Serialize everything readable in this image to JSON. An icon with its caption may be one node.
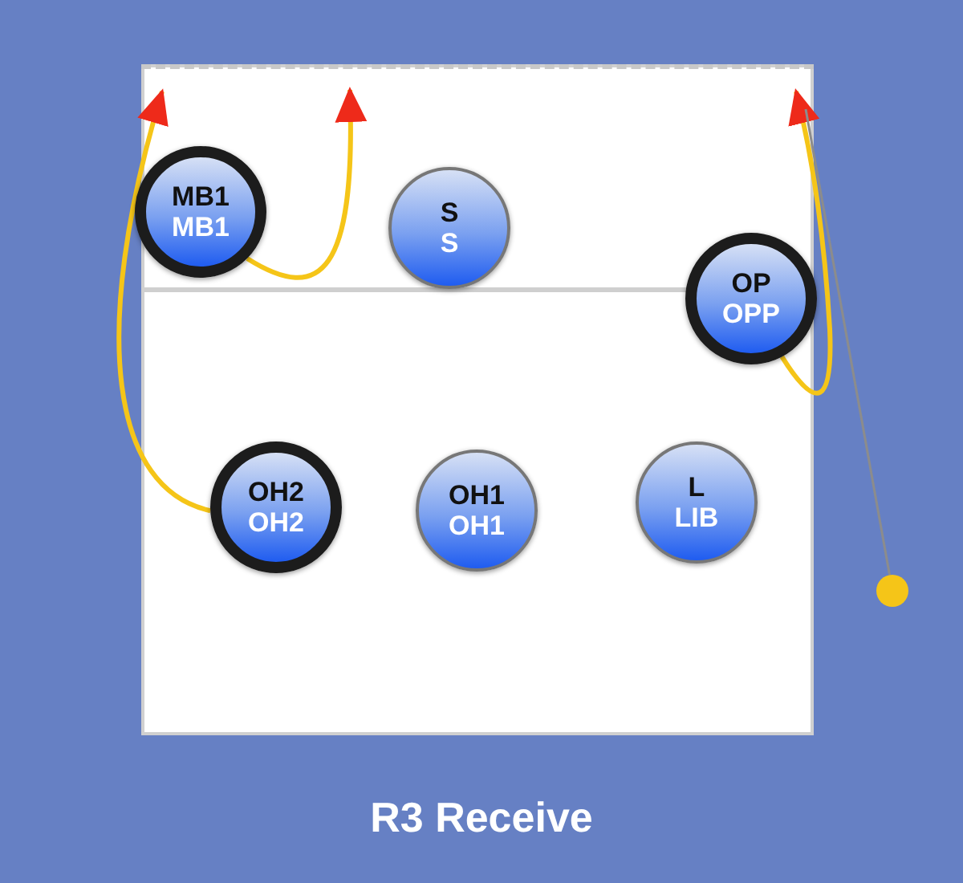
{
  "diagram": {
    "caption": "R3 Receive",
    "nodes": [
      {
        "text": [
          "MB1",
          "MB1"
        ]
      },
      {
        "text": [
          "S",
          "S"
        ]
      },
      {
        "text": [
          "OP",
          "OPP"
        ]
      },
      {
        "text": [
          "OH2",
          "OH2"
        ]
      },
      {
        "text": [
          "OH1",
          "OH1"
        ]
      },
      {
        "text": [
          "L",
          "LIB"
        ]
      },
      {
        "text": [],
        "shape": "circle"
      }
    ],
    "edges": [
      {
        "from": 3,
        "to": null,
        "arrow": "to"
      },
      {
        "from": 0,
        "to": null,
        "arrow": "to"
      },
      {
        "from": 2,
        "to": null,
        "arrow": "to"
      },
      {
        "from": 6,
        "to": null,
        "arrow": "none",
        "color": "#8c8c8c"
      }
    ]
  }
}
